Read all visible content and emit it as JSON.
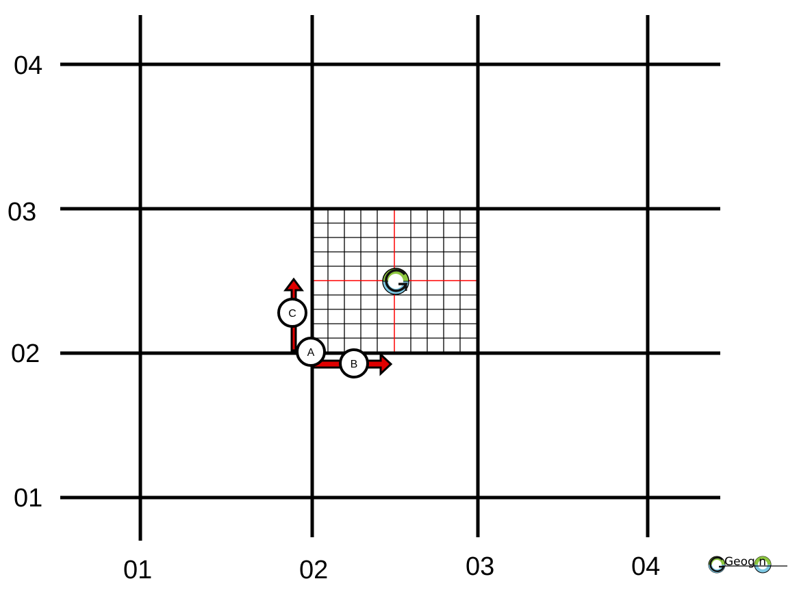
{
  "grid": {
    "x_labels": [
      "01",
      "02",
      "03",
      "04"
    ],
    "y_labels": [
      "04",
      "03",
      "02",
      "01"
    ]
  },
  "markers": {
    "a": "A",
    "b": "B",
    "c": "C"
  },
  "logo": {
    "text": "Geog n"
  },
  "colors": {
    "grid_line": "#000000",
    "crosshair": "#ff0000",
    "arrow_fill": "#e00000",
    "logo_green": "#8dc63f",
    "logo_blue": "#7ec8e3"
  },
  "icons": {
    "center_symbol": "geogon-g-icon",
    "arrows": [
      "arrow-right-icon",
      "arrow-up-icon"
    ]
  }
}
